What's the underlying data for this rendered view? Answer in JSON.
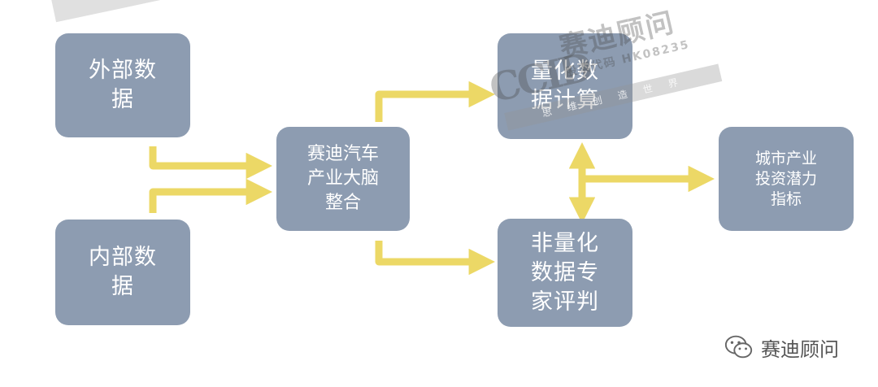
{
  "nodes": {
    "external_data": "外部数\n据",
    "internal_data": "内部数\n据",
    "brain": "赛迪汽车\n产业大脑\n整合",
    "quant": "量化数\n据计算",
    "nonquant": "非量化\n数据专\n家评判",
    "index": "城市产业\n投资潜力\n指标"
  },
  "footer": {
    "account": "赛迪顾问"
  },
  "watermark": {
    "logo": "CCID",
    "brand": "赛迪顾问",
    "code": "股票代码 HK08235",
    "slogan": "思 维 创 造 世 界"
  },
  "colors": {
    "node": "#8d9cb1",
    "arrow": "#ecd866",
    "text": "#ffffff"
  }
}
